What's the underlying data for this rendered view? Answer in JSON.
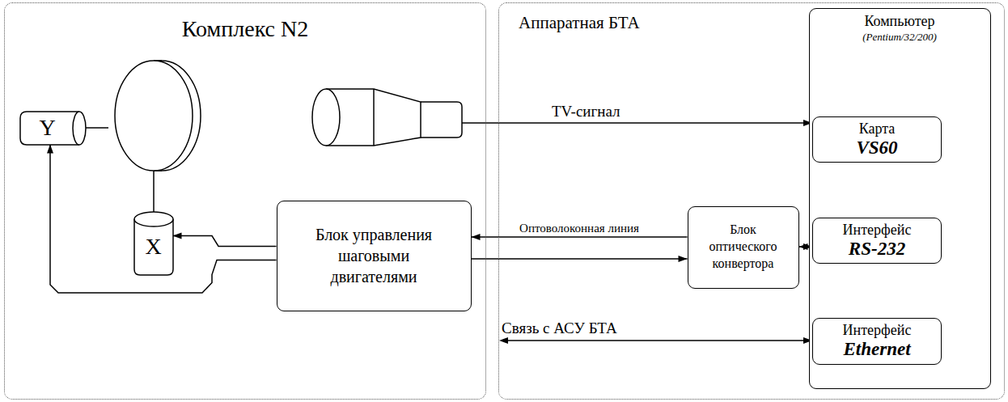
{
  "diagram": {
    "nodes": [
      {
        "text": [
          "Комплекс N2"
        ]
      },
      {
        "text": [
          "Y"
        ],
        "in": 0
      },
      {
        "text": [
          "X"
        ],
        "in": 0
      },
      {
        "text": [
          "Блок управления шаговыми двигателями"
        ],
        "in": 0
      },
      {
        "text": [
          "Аппаратная БТА"
        ]
      },
      {
        "text": [
          "Компьютер",
          "(Pentium/32/200)"
        ],
        "in": 4
      },
      {
        "text": [
          "Карта",
          "VS60"
        ],
        "in": 5
      },
      {
        "text": [
          "Блок оптического конвертора"
        ],
        "in": 4
      },
      {
        "text": [
          "Интерфейс",
          "RS-232"
        ],
        "in": 5
      },
      {
        "text": [
          "Интерфейс",
          "Ethernet"
        ],
        "in": 5
      }
    ],
    "edges": [
      {
        "from": 3,
        "to": 2,
        "arrow": "to"
      },
      {
        "from": 3,
        "to": 1,
        "arrow": "to"
      },
      {
        "from": 7,
        "to": 3,
        "arrow": "to",
        "label": "Оптоволоконная линия"
      },
      {
        "from": 3,
        "to": 7,
        "arrow": "to"
      },
      {
        "from": 7,
        "to": 8,
        "arrow": "both"
      }
    ],
    "labels": [
      "TV-сигнал",
      "Связь с АСУ БТА"
    ]
  }
}
